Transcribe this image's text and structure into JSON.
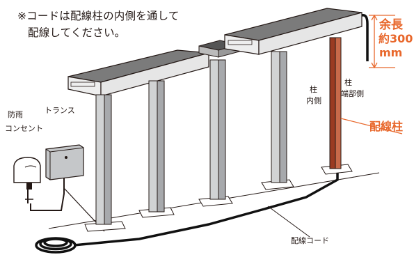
{
  "note": {
    "line1": "※コードは配線柱の内側を通して",
    "line2": "配線してください。"
  },
  "extra_length": {
    "line1": "余長",
    "line2": "約300",
    "line3": "mm"
  },
  "labels": {
    "pillar_inner_1": "柱",
    "pillar_inner_2": "内側",
    "pillar_end_1": "柱",
    "pillar_end_2": "端部側",
    "wiring_pillar": "配線柱",
    "outlet_1": "防雨",
    "outlet_2": "コンセント",
    "transformer": "トランス",
    "cord": "配線コード"
  },
  "colors": {
    "accent": "#e8672b",
    "wiring_pillar_fill": "#a0452a",
    "beam_top": "#7a7a7a",
    "pillar": "#a7a9ac"
  }
}
